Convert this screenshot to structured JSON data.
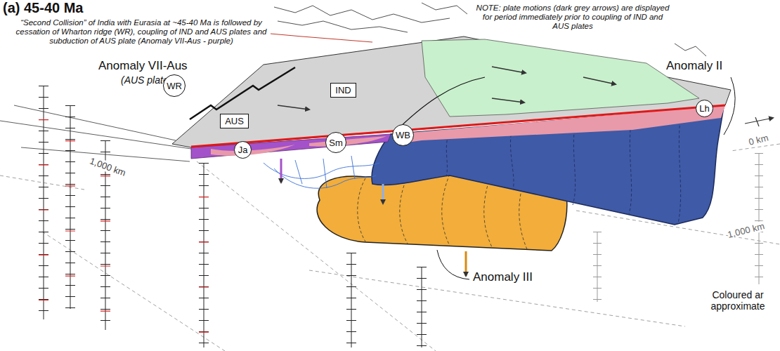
{
  "diagram": {
    "title": "(a) 45-40 Ma",
    "nodes": [
      {
        "text": [
          "WR"
        ]
      },
      {
        "text": [
          "IND"
        ]
      },
      {
        "text": [
          "Lh"
        ]
      },
      {
        "text": [
          "AUS"
        ]
      },
      {
        "text": [
          "WB"
        ]
      },
      {
        "text": [
          "Sm"
        ]
      },
      {
        "text": [
          "Ja"
        ]
      }
    ],
    "labels": [
      "“Second Collision” of India with Eurasia at ~45-40 Ma is followed by cessation of Wharton ridge (WR), coupling of IND and AUS plates and subduction of AUS plate (Anomaly VII-Aus - purple)",
      "NOTE: plate motions (dark grey arrows) are displayed for period immediately prior to coupling of IND and AUS plates",
      "Anomaly VII-Aus",
      "(AUS plate)",
      "Anomaly II",
      "0 km",
      "1,000 km",
      "1,000 km",
      "Anomaly III",
      "Coloured ar approximate"
    ]
  }
}
